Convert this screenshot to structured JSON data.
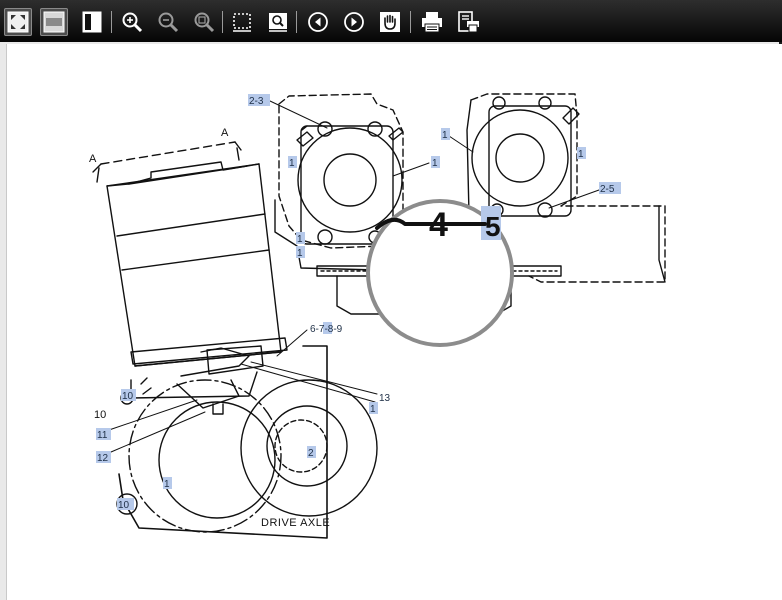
{
  "toolbar": {
    "buttons": [
      {
        "id": "fit-page",
        "icon": "fit-page-icon",
        "active": true
      },
      {
        "id": "fit-width",
        "icon": "fit-width-icon",
        "active": true
      },
      {
        "id": "single-page",
        "icon": "single-page-icon",
        "active": false
      },
      {
        "id": "zoom-in",
        "icon": "zoom-in-icon",
        "active": false
      },
      {
        "id": "zoom-out",
        "icon": "zoom-out-icon",
        "active": false
      },
      {
        "id": "zoom-actual",
        "icon": "zoom-actual-icon",
        "active": false
      },
      {
        "id": "select-area",
        "icon": "marquee-select-icon",
        "active": false
      },
      {
        "id": "zoom-area",
        "icon": "zoom-area-icon",
        "active": false
      },
      {
        "id": "previous",
        "icon": "previous-icon",
        "active": false
      },
      {
        "id": "next",
        "icon": "next-icon",
        "active": false
      },
      {
        "id": "pan",
        "icon": "hand-pan-icon",
        "active": false
      },
      {
        "id": "print",
        "icon": "print-icon",
        "active": false
      },
      {
        "id": "print-setup",
        "icon": "print-setup-icon",
        "active": false
      }
    ]
  },
  "drawing": {
    "callouts": {
      "c_2_3": "2-3",
      "c_1_top": "1",
      "c_1_left_mid": "1",
      "c_1_left_a": "1",
      "c_1_left_b": "1",
      "c_1_right_top": "1",
      "c_1_right_side": "1",
      "c_2_5": "2-5",
      "c_6789": "6-7-8-9",
      "c_13": "13",
      "c_1_lower": "1",
      "c_10_a": "10",
      "c_10_b": "10",
      "c_11": "11",
      "c_12": "12",
      "c_1_gear": "1",
      "c_2_gear": "2"
    },
    "section_marks": {
      "a_left": "A",
      "a_right": "A"
    },
    "magnifier": {
      "text": "4",
      "highlight": "5"
    },
    "drive_axle_label": "DRIVE AXLE"
  },
  "colors": {
    "toolbar_bg": "#0c0c0c",
    "canvas_bg": "#ffffff",
    "callout_highlight": "#b6c9ea",
    "magnifier_ring": "#8c8c8c",
    "line_art": "#111111"
  }
}
